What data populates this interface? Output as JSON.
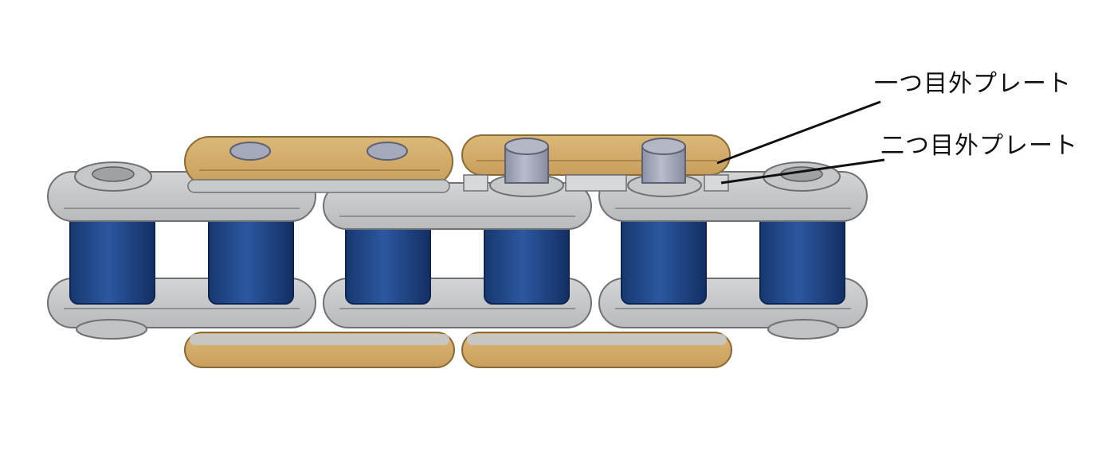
{
  "labels": {
    "first_outer_plate": "一つ目外プレート",
    "second_outer_plate": "二つ目外プレート"
  },
  "colors": {
    "inner_plate": "#c9cacc",
    "inner_plate_edge": "#8e9093",
    "outer_plate_gold": "#d6b06e",
    "outer_plate_gold_dark": "#b89252",
    "roller_blue": "#214b8e",
    "roller_blue_dark": "#123670",
    "pin": "#a4a9bb",
    "leader_line": "#111111"
  },
  "rollers_count": 6,
  "pins_count": 4
}
